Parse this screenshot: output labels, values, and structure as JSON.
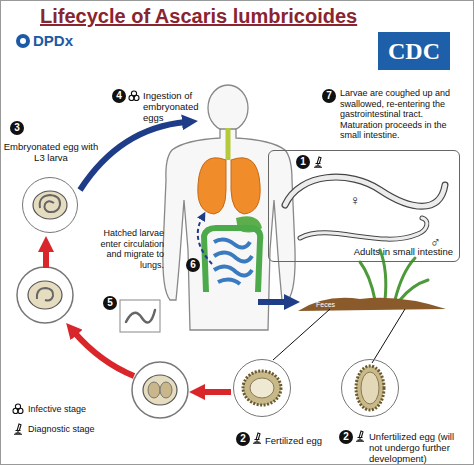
{
  "diagram": {
    "title": "Lifecycle of Ascaris lumbricoides",
    "nodes": [
      {
        "text": [
          "Embryonated egg with L3 larva"
        ]
      },
      {
        "text": [
          "Adults in small intestine"
        ]
      },
      {
        "text": [
          "Fertilized egg"
        ]
      },
      {
        "text": [
          "Unfertilized egg (will not undergo further development)"
        ]
      }
    ],
    "labels": [
      "DPDx",
      "CDC",
      "4",
      "Ingestion of embryonated eggs",
      "7",
      "Larvae are coughed up and swallowed, re-entering the gastrointestinal tract. Maturation proceeds in the small intestine.",
      "1",
      "♀",
      "♂",
      "3",
      "Hatched larvae enter circulation and migrate to lungs.",
      "6",
      "5",
      "Feces",
      "2",
      "2"
    ],
    "legend": [
      {
        "text": "Infective stage"
      },
      {
        "text": "Diagnostic stage"
      }
    ]
  }
}
